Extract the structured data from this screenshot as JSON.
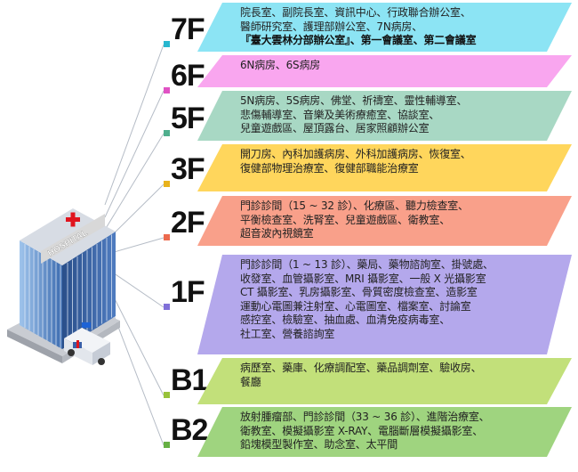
{
  "building": {
    "sign_text": "HOSPITAL",
    "colors": {
      "glass_dark": "#2a4f8a",
      "glass_light": "#9fc4ec",
      "cross": "#e0141e",
      "base": "#c9ccd2"
    }
  },
  "floors": [
    {
      "label": "7F",
      "color": "#8ce4f4",
      "marker_color": "#27b7cf",
      "lines": [
        "院長室、副院長室、資訊中心、行政聯合辦公室、",
        "醫師研究室、護理部辦公室、7N病房、"
      ],
      "bold_line": "『臺大雲林分部辦公室』、第一會議室、第二會議室"
    },
    {
      "label": "6F",
      "color": "#f9a6ef",
      "marker_color": "#e052c4",
      "lines": [
        "6N病房、6S病房"
      ]
    },
    {
      "label": "5F",
      "color": "#a8d8c4",
      "marker_color": "#4fae8d",
      "lines": [
        "5N病房、5S病房、佛堂、祈禱室、靈性輔導室、",
        "悲傷輔導室、音樂及美術療癒室、協談室、",
        "兒童遊戲區、屋頂露台、居家照顧辦公室"
      ]
    },
    {
      "label": "3F",
      "color": "#ffd65c",
      "marker_color": "#e8b21c",
      "lines": [
        "開刀房、內科加護病房、外科加護病房、恢復室、",
        "復健部物理治療室、復健部職能治療室"
      ]
    },
    {
      "label": "2F",
      "color": "#f9a08a",
      "marker_color": "#ec6a4e",
      "lines": [
        "門診診間（15 ~ 32 診）、化療區、聽力檢查室、",
        "平衡檢查室、洗腎室、兒童遊戲區、衛教室、",
        "超音波內視鏡室"
      ]
    },
    {
      "label": "1F",
      "color": "#b4a8ec",
      "marker_color": "#8070d8",
      "lines": [
        "門診診間（1 ~ 13 診）、藥局、藥物諮詢室、掛號處、",
        "收發室、血管攝影室、MRI 攝影室、一般 X 光攝影室",
        "CT 攝影室、乳房攝影室、骨質密度檢查室、造影室",
        "運動心電圖兼注射室、心電圖室、檔案室、討論室",
        "感控室、檢驗室、抽血處、血清免疫病毒室、",
        "社工室、營養諮詢室"
      ]
    },
    {
      "label": "B1",
      "color": "#c2e07a",
      "marker_color": "#98c23a",
      "lines": [
        "病歷室、藥庫、化療調配室、藥品調劑室、驗收房、",
        "餐廳"
      ]
    },
    {
      "label": "B2",
      "color": "#9fd47f",
      "marker_color": "#66b044",
      "lines": [
        "放射腫瘤部、門診診間（33 ~ 36 診）、進階治療室、",
        "衛教室、模擬攝影室 X-RAY、電腦斷層模擬攝影室、",
        "鉛塊模型製作室、助念室、太平間"
      ]
    }
  ]
}
